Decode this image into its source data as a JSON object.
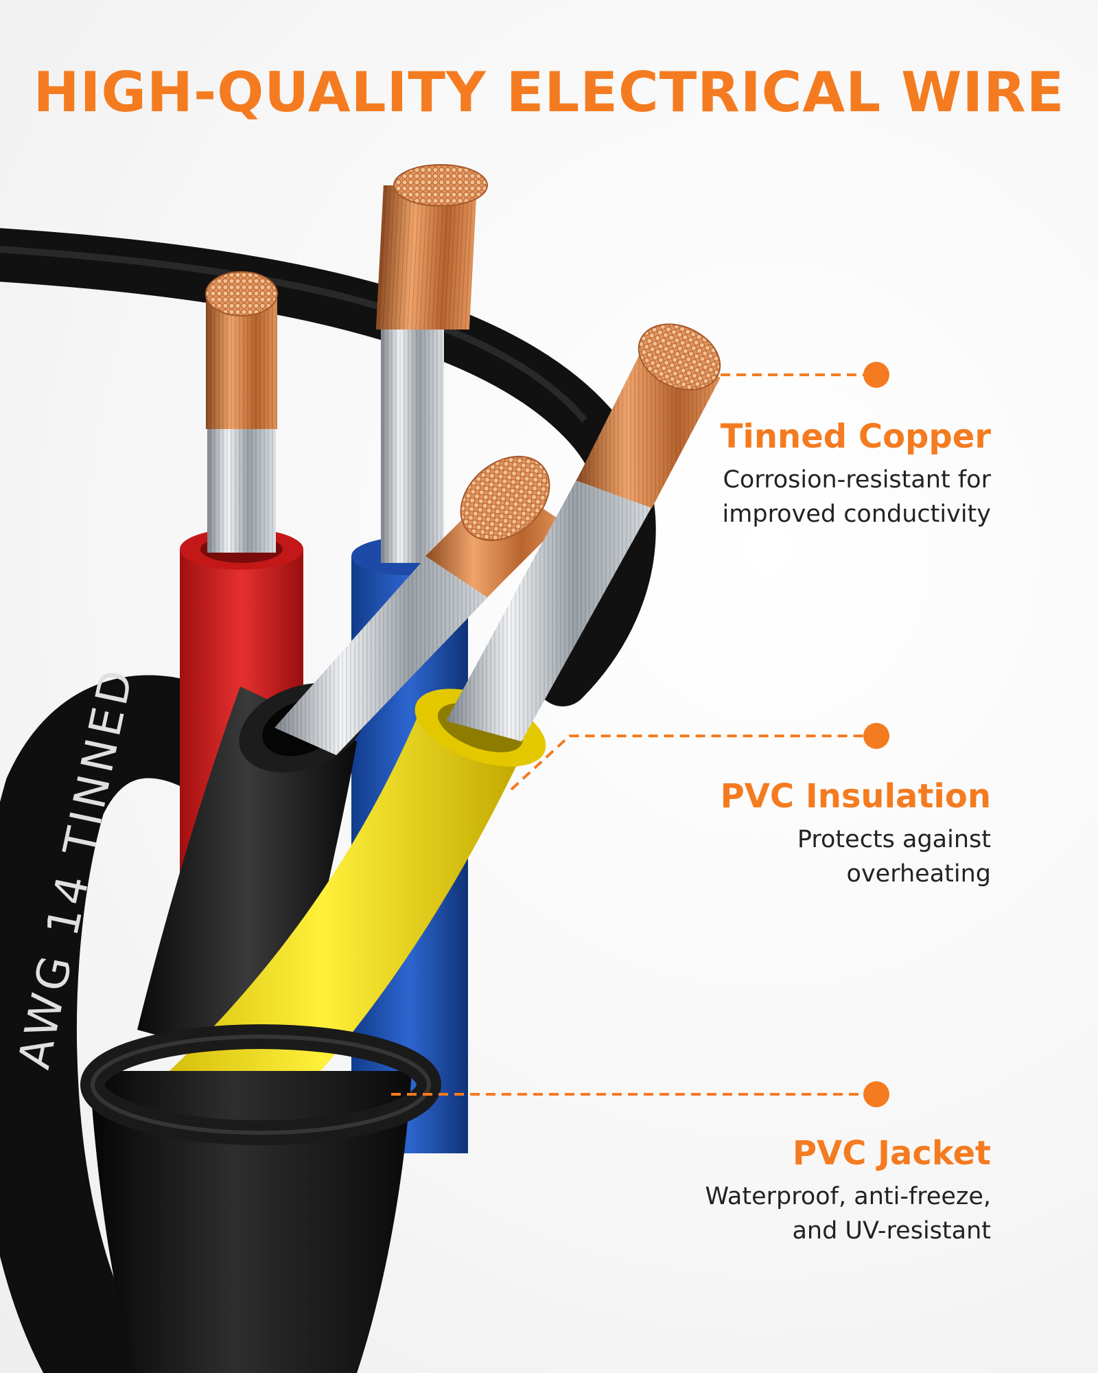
{
  "headline": "HIGH-QUALITY ELECTRICAL WIRE",
  "cable_print": {
    "text": "AWG 14 TINNED"
  },
  "colors": {
    "accent": "#f47b20",
    "jacket": "#141414",
    "core_red": "#d91e1e",
    "core_blue": "#1f54b8",
    "core_yellow": "#f2d600",
    "core_black": "#1b1b1b",
    "copper": "#d9834d",
    "tin": "#cfd3d7"
  },
  "callouts": [
    {
      "title": "Tinned Copper",
      "lines": [
        "Corrosion-resistant for",
        "improved conductivity"
      ]
    },
    {
      "title": "PVC Insulation",
      "lines": [
        "Protects against",
        "overheating"
      ]
    },
    {
      "title": "PVC Jacket",
      "lines": [
        "Waterproof, anti-freeze,",
        "and UV-resistant"
      ]
    }
  ]
}
